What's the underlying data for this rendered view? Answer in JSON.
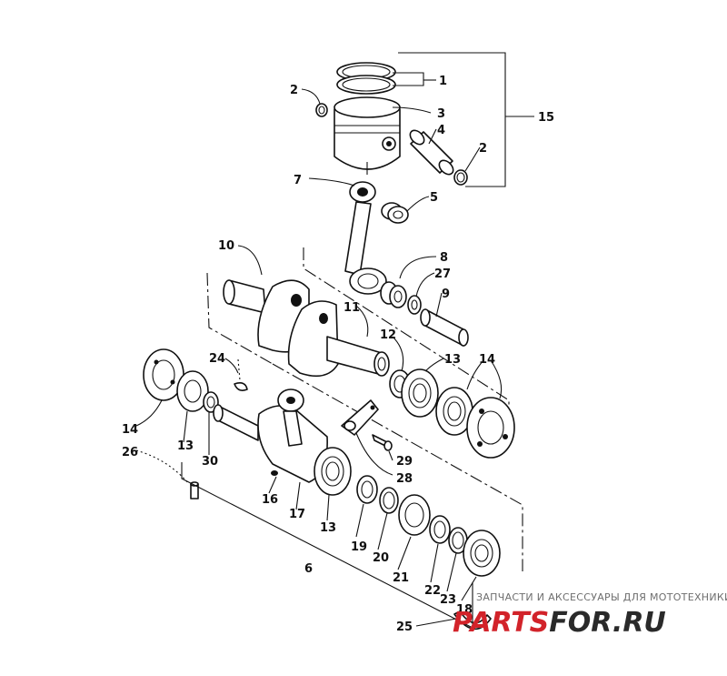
{
  "callouts": {
    "c1": "1",
    "c2a": "2",
    "c2b": "2",
    "c3": "3",
    "c4": "4",
    "c5": "5",
    "c6": "6",
    "c7": "7",
    "c8": "8",
    "c9": "9",
    "c10": "10",
    "c11": "11",
    "c12": "12",
    "c13a": "13",
    "c13b": "13",
    "c13c": "13",
    "c14a": "14",
    "c14b": "14",
    "c15": "15",
    "c16": "16",
    "c17": "17",
    "c18": "18",
    "c19": "19",
    "c20": "20",
    "c21": "21",
    "c22": "22",
    "c23": "23",
    "c24": "24",
    "c25": "25",
    "c26": "26",
    "c27": "27",
    "c28": "28",
    "c29": "29",
    "c30": "30"
  },
  "watermark": {
    "tagline": "ЗАПЧАСТИ И АКСЕССУАРЫ ДЛЯ МОТОТЕХНИКИ",
    "logo_part1": "PARTS",
    "logo_part2": "FOR.RU"
  }
}
